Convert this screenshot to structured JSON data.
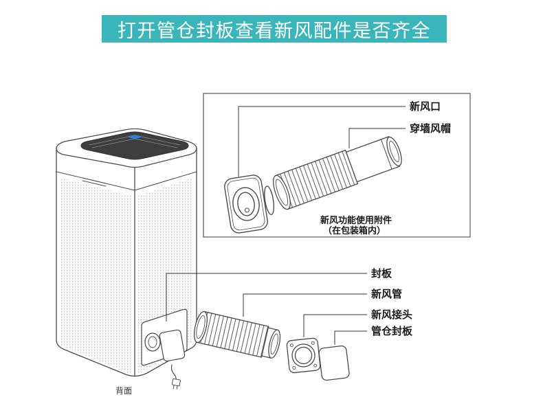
{
  "banner": {
    "title": "打开管仓封板查看新风配件是否齐全"
  },
  "colors": {
    "banner_bg": "#3ab6bb",
    "banner_text": "#ffffff",
    "line_art": "#4a4a4a",
    "display_accent_blue": "#2d84c8",
    "label_text": "#1a1a1a"
  },
  "accessory_box": {
    "labels": {
      "fresh_air_inlet": "新风口",
      "wall_cap": "穿墙风帽"
    },
    "note_line1": "新风功能使用附件",
    "note_line2": "（在包装箱内）"
  },
  "part_labels": {
    "cover_plate": "封板",
    "fresh_air_pipe": "新风管",
    "fresh_air_connector": "新风接头",
    "pipe_compartment_cover": "管仓封板"
  },
  "footer": {
    "back_view": "背面"
  }
}
